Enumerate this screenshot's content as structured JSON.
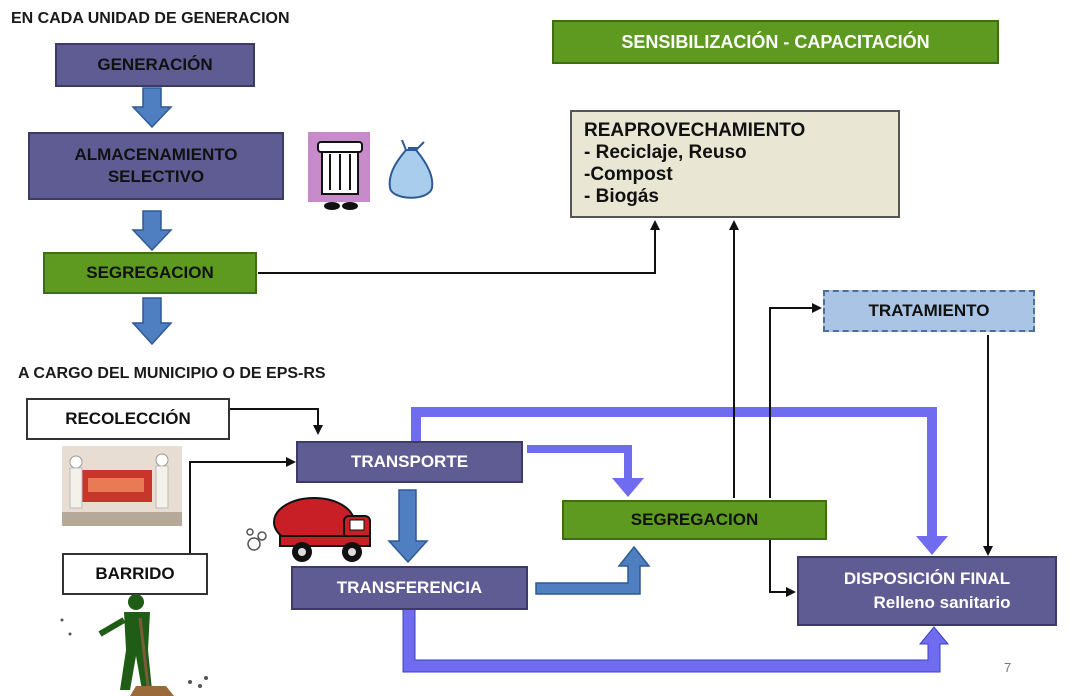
{
  "headings": {
    "unit": "EN CADA UNIDAD DE GENERACION",
    "municipal": "A CARGO DEL MUNICIPIO O DE EPS-RS"
  },
  "boxes": {
    "generacion": "GENERACIÓN",
    "almacenamiento_1": "ALMACENAMIENTO",
    "almacenamiento_2": "SELECTIVO",
    "segregacion_top": "SEGREGACION",
    "sensibilizacion": "SENSIBILIZACIÓN  - CAPACITACIÓN",
    "reaprovechamiento": {
      "title": "REAPROVECHAMIENTO",
      "items": [
        "- Reciclaje, Reuso",
        "-Compost",
        "- Biogás"
      ]
    },
    "tratamiento": "TRATAMIENTO",
    "recoleccion": "RECOLECCIÓN",
    "transporte": "TRANSPORTE",
    "barrido": "BARRIDO",
    "transferencia": "TRANSFERENCIA",
    "segregacion_mid": "SEGREGACION",
    "disposicion_1": "DISPOSICIÓN FINAL",
    "disposicion_2": "Relleno sanitario"
  },
  "illustrations": [
    "trash-can-icon",
    "bag-icon",
    "collection-photo",
    "truck-icon",
    "sweeper-icon"
  ],
  "page_number": "7",
  "colors": {
    "purple": "#5f5b93",
    "green": "#5d9a1f",
    "beige": "#eae6d4",
    "light_blue": "#a9c4e4",
    "flow_blue": "#6f6cf0",
    "arrow_blue": "#4f7fc0"
  }
}
